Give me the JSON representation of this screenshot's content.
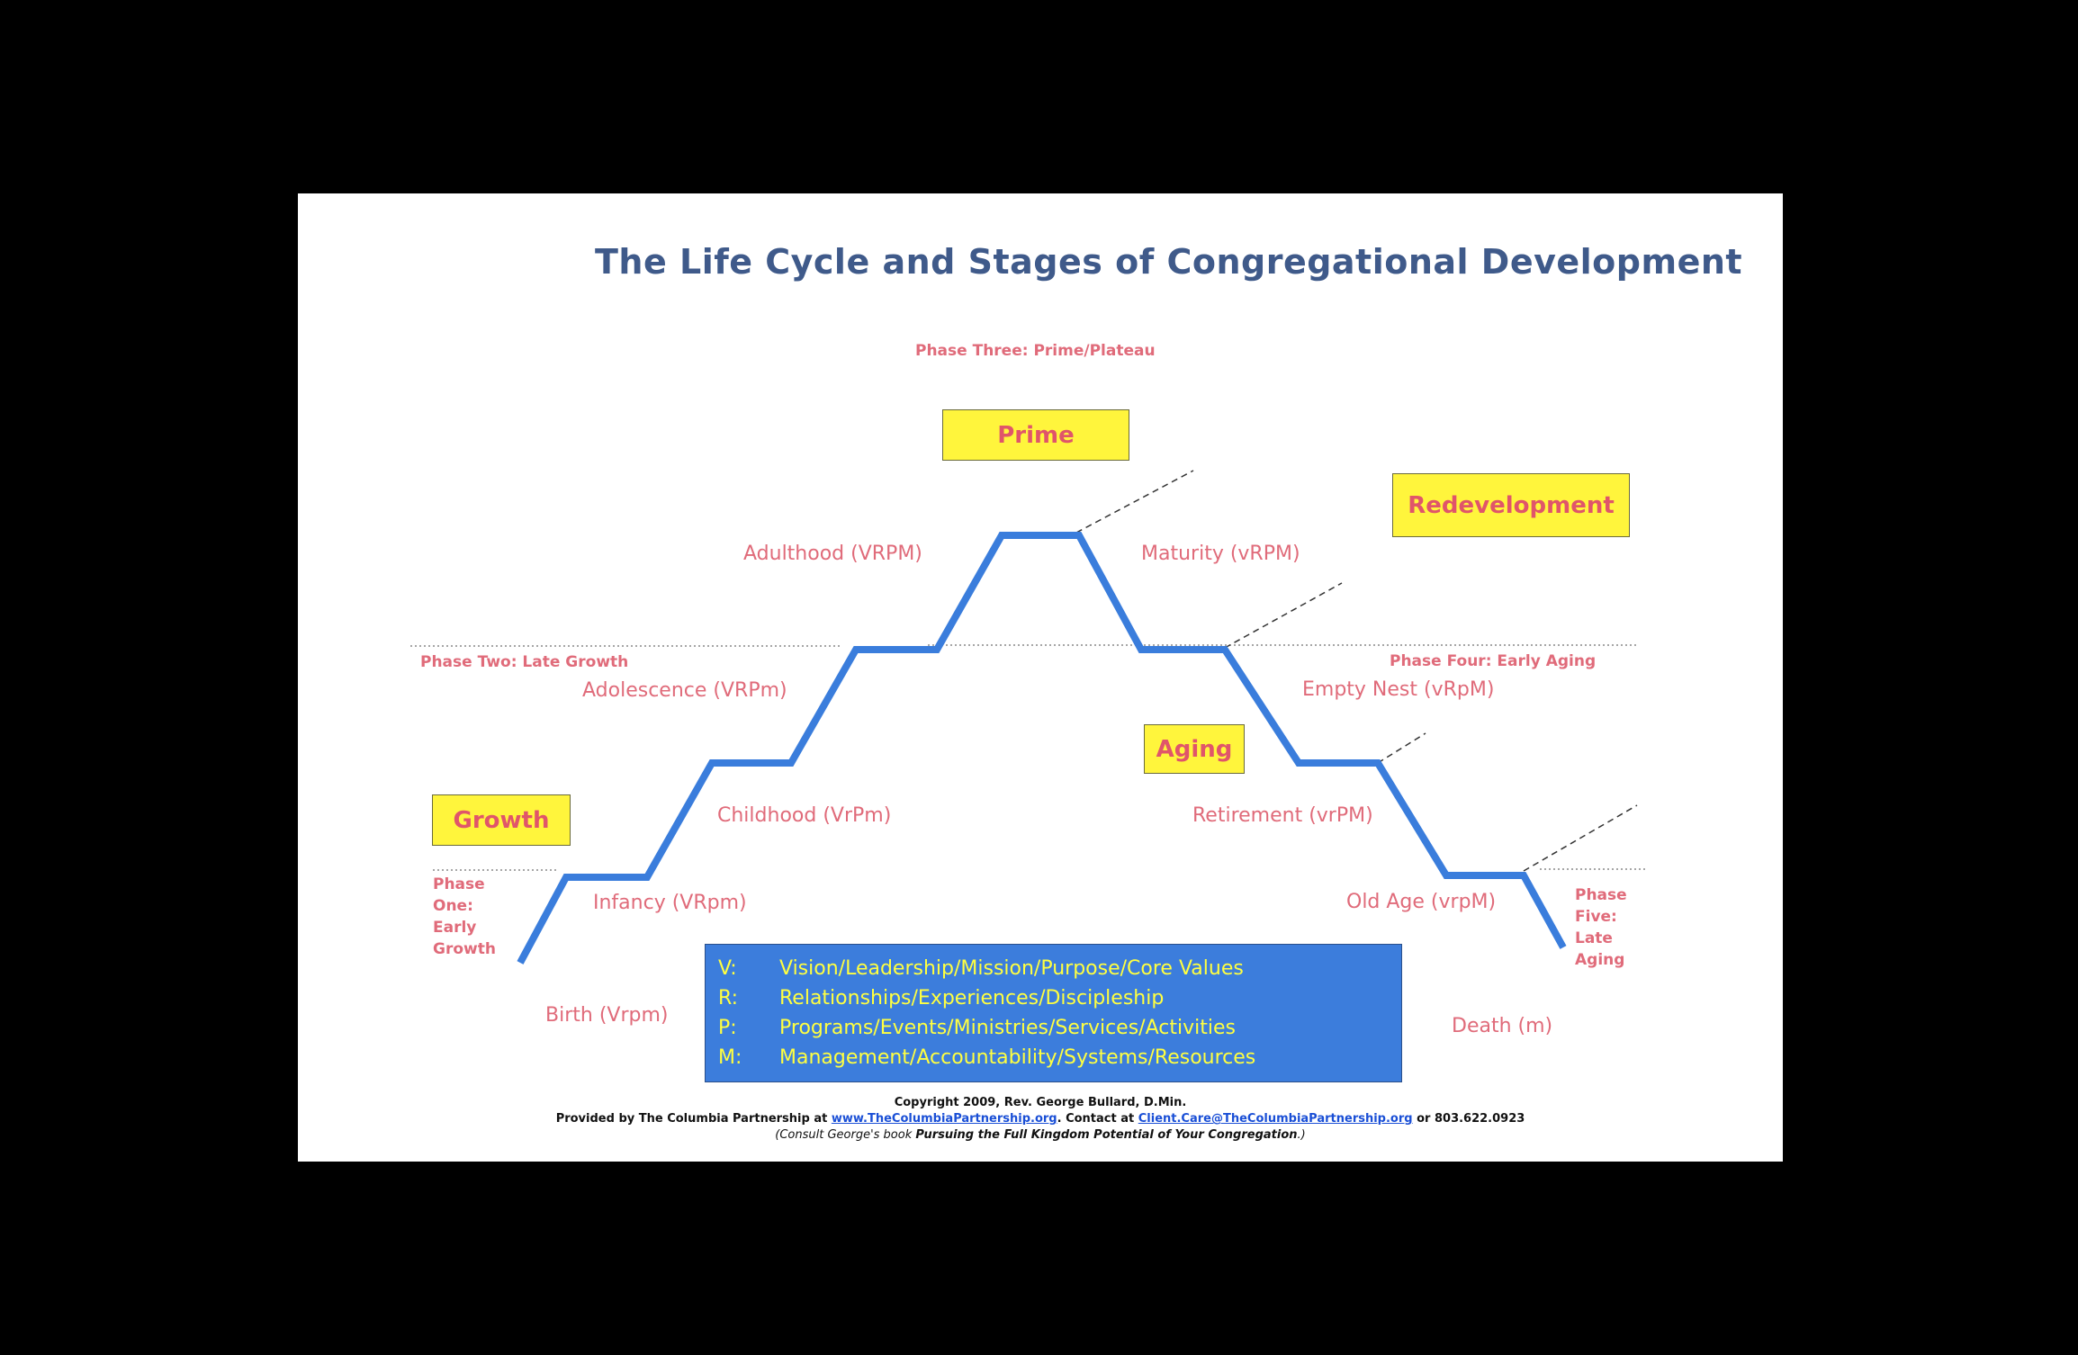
{
  "title": "The Life Cycle and Stages of Congregational Development",
  "phases": {
    "one": "Phase\nOne:\nEarly\nGrowth",
    "two": "Phase Two: Late Growth",
    "three": "Phase Three: Prime/Plateau",
    "four": "Phase Four: Early Aging",
    "five": "Phase\nFive:\nLate\nAging"
  },
  "boxes": {
    "prime": "Prime",
    "redevelopment": "Redevelopment",
    "aging": "Aging",
    "growth": "Growth"
  },
  "stages": {
    "birth": "Birth (Vrpm)",
    "infancy": "Infancy (VRpm)",
    "childhood": "Childhood (VrPm)",
    "adolescence": "Adolescence (VRPm)",
    "adulthood": "Adulthood (VRPM)",
    "maturity": "Maturity (vRPM)",
    "empty_nest": "Empty Nest (vRpM)",
    "retirement": "Retirement (vrPM)",
    "old_age": "Old Age (vrpM)",
    "death": "Death (m)"
  },
  "legend": [
    {
      "key": "V:",
      "text": "Vision/Leadership/Mission/Purpose/Core Values"
    },
    {
      "key": "R:",
      "text": "Relationships/Experiences/Discipleship"
    },
    {
      "key": "P:",
      "text": "Programs/Events/Ministries/Services/Activities"
    },
    {
      "key": "M:",
      "text": "Management/Accountability/Systems/Resources"
    }
  ],
  "footer": {
    "copyright": "Copyright 2009, Rev. George Bullard, D.Min.",
    "provided_prefix": "Provided by The Columbia Partnership at ",
    "website": "www.TheColumbiaPartnership.org",
    "contact_prefix": ". Contact at ",
    "email": "Client.Care@TheColumbiaPartnership.org",
    "phone_suffix": " or 803.622.0923",
    "book_prefix": "(Consult George's book ",
    "book_title": "Pursuing the Full Kingdom Potential of Your Congregation",
    "book_suffix": ".)"
  },
  "colors": {
    "curve": "#3a7ddc",
    "stage_text": "#e06b7a",
    "title": "#3f5a8a",
    "box_fill": "#fff53c",
    "legend_fill": "#3c7ddc",
    "legend_text": "#ffff40"
  }
}
